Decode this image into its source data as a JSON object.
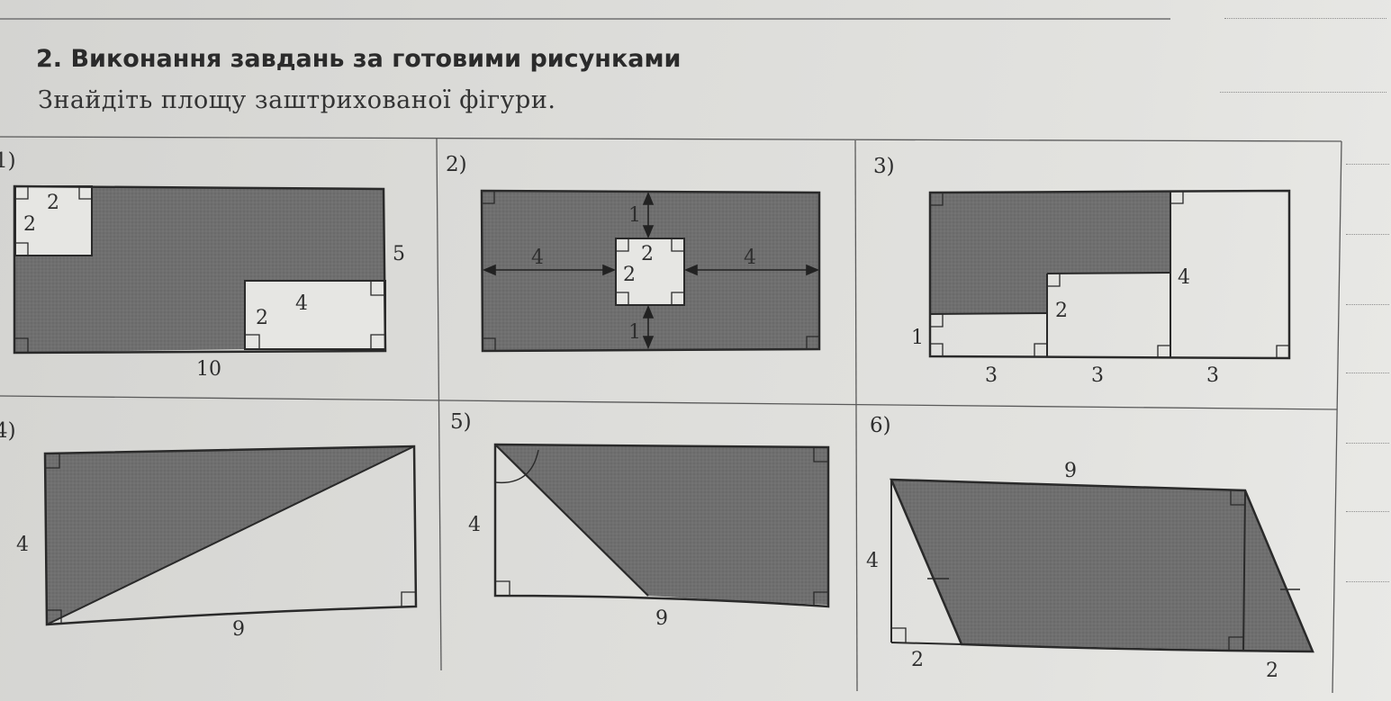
{
  "header": {
    "title": "2. Виконання завдань за готовими рисунками",
    "subtitle": "Знайдіть площу заштрихованої фігури."
  },
  "problems": [
    {
      "number": "1)",
      "labels": {
        "corner_w": "2",
        "corner_h": "2",
        "height": "5",
        "inner_w": "4",
        "inner_h": "2",
        "base": "10"
      }
    },
    {
      "number": "2)",
      "labels": {
        "top_gap": "1",
        "bottom_gap": "1",
        "left_gap": "4",
        "right_gap": "4",
        "square_w": "2",
        "square_h": "2"
      }
    },
    {
      "number": "3)",
      "labels": {
        "strip_h": "1",
        "mid_h": "2",
        "right_h": "4",
        "base_1": "3",
        "base_2": "3",
        "base_3": "3"
      }
    },
    {
      "number": "4)",
      "labels": {
        "height": "4",
        "base": "9"
      }
    },
    {
      "number": "5)",
      "labels": {
        "height": "4",
        "base": "9"
      }
    },
    {
      "number": "6)",
      "labels": {
        "top": "9",
        "height": "4",
        "left_offset": "2",
        "right_offset": "2"
      }
    }
  ],
  "colors": {
    "shade": "#6f6f6f",
    "paper": "#e6e6e3",
    "ink": "#2a2a2a"
  }
}
